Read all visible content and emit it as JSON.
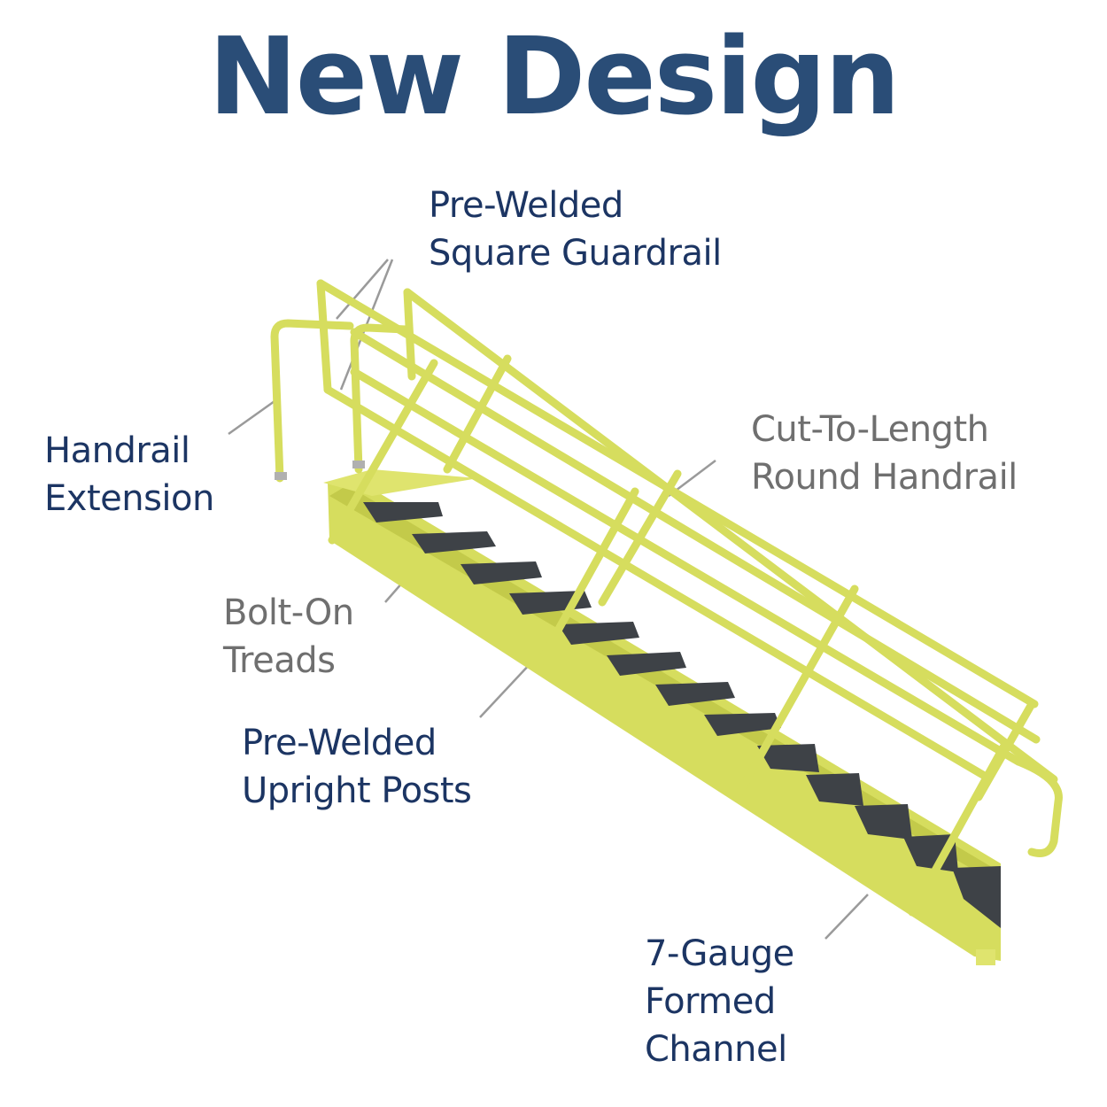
{
  "title": "New Design",
  "colors": {
    "title": "#2a4d77",
    "label_dark": "#1c3563",
    "label_gray": "#6f6f6f",
    "stair_yellow": "#d6dd5e",
    "stair_yellow_shade": "#b9c043",
    "tread_dark": "#3e4247",
    "leader_line": "#9a9a9a"
  },
  "callouts": [
    {
      "id": "square-guardrail",
      "lines": [
        "Pre-Welded",
        "Square Guardrail"
      ],
      "tone": "dark"
    },
    {
      "id": "round-handrail",
      "lines": [
        "Cut-To-Length",
        "Round Handrail"
      ],
      "tone": "gray"
    },
    {
      "id": "handrail-extension",
      "lines": [
        "Handrail",
        "Extension"
      ],
      "tone": "dark"
    },
    {
      "id": "bolt-on-treads",
      "lines": [
        "Bolt-On",
        "Treads"
      ],
      "tone": "gray"
    },
    {
      "id": "upright-posts",
      "lines": [
        "Pre-Welded",
        "Upright Posts"
      ],
      "tone": "dark"
    },
    {
      "id": "formed-channel",
      "lines": [
        "7-Gauge",
        "Formed",
        "Channel"
      ],
      "tone": "dark"
    }
  ]
}
